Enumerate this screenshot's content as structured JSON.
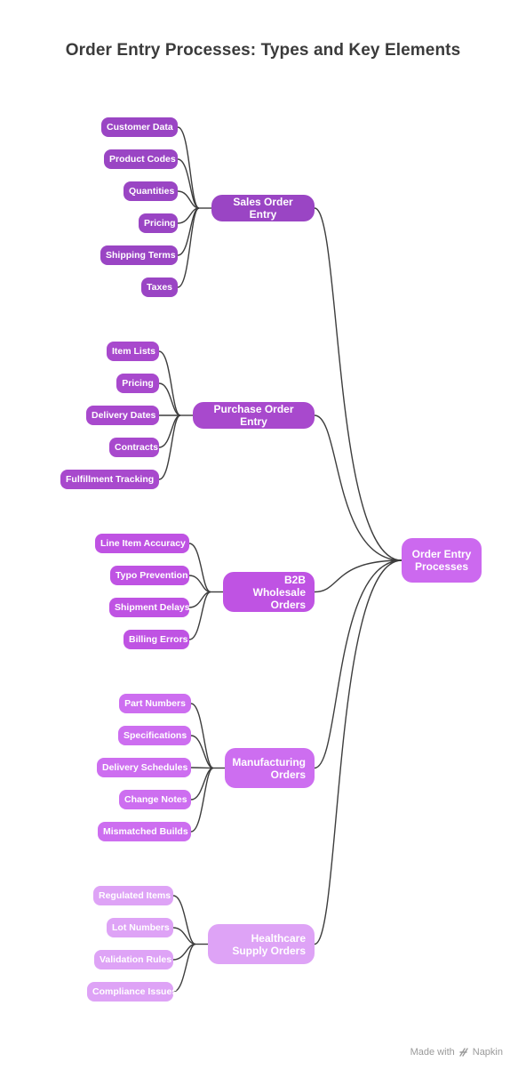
{
  "title": "Order Entry Processes: Types and Key Elements",
  "colors": {
    "sales": "#9a45c4",
    "purchase": "#a849cd",
    "b2b": "#bf53e3",
    "manufacturing": "#cd6ef0",
    "healthcare": "#dea3f6",
    "root": "#cc69ef",
    "line": "#3d3d3d"
  },
  "root": {
    "label": "Order Entry Processes"
  },
  "branches": [
    {
      "label": "Sales Order Entry",
      "items": [
        "Customer Data",
        "Product Codes",
        "Quantities",
        "Pricing",
        "Shipping Terms",
        "Taxes"
      ]
    },
    {
      "label": "Purchase Order Entry",
      "items": [
        "Item Lists",
        "Pricing",
        "Delivery Dates",
        "Contracts",
        "Fulfillment Tracking"
      ]
    },
    {
      "label": "B2B Wholesale Orders",
      "items": [
        "Line Item Accuracy",
        "Typo Prevention",
        "Shipment Delays",
        "Billing Errors"
      ]
    },
    {
      "label": "Manufacturing Orders",
      "items": [
        "Part Numbers",
        "Specifications",
        "Delivery Schedules",
        "Change Notes",
        "Mismatched Builds"
      ]
    },
    {
      "label": "Healthcare Supply Orders",
      "items": [
        "Regulated Items",
        "Lot Numbers",
        "Validation Rules",
        "Compliance Issues"
      ]
    }
  ],
  "credit": {
    "prefix": "Made with",
    "brand": "Napkin",
    "icon": "napkin-logo-icon"
  }
}
